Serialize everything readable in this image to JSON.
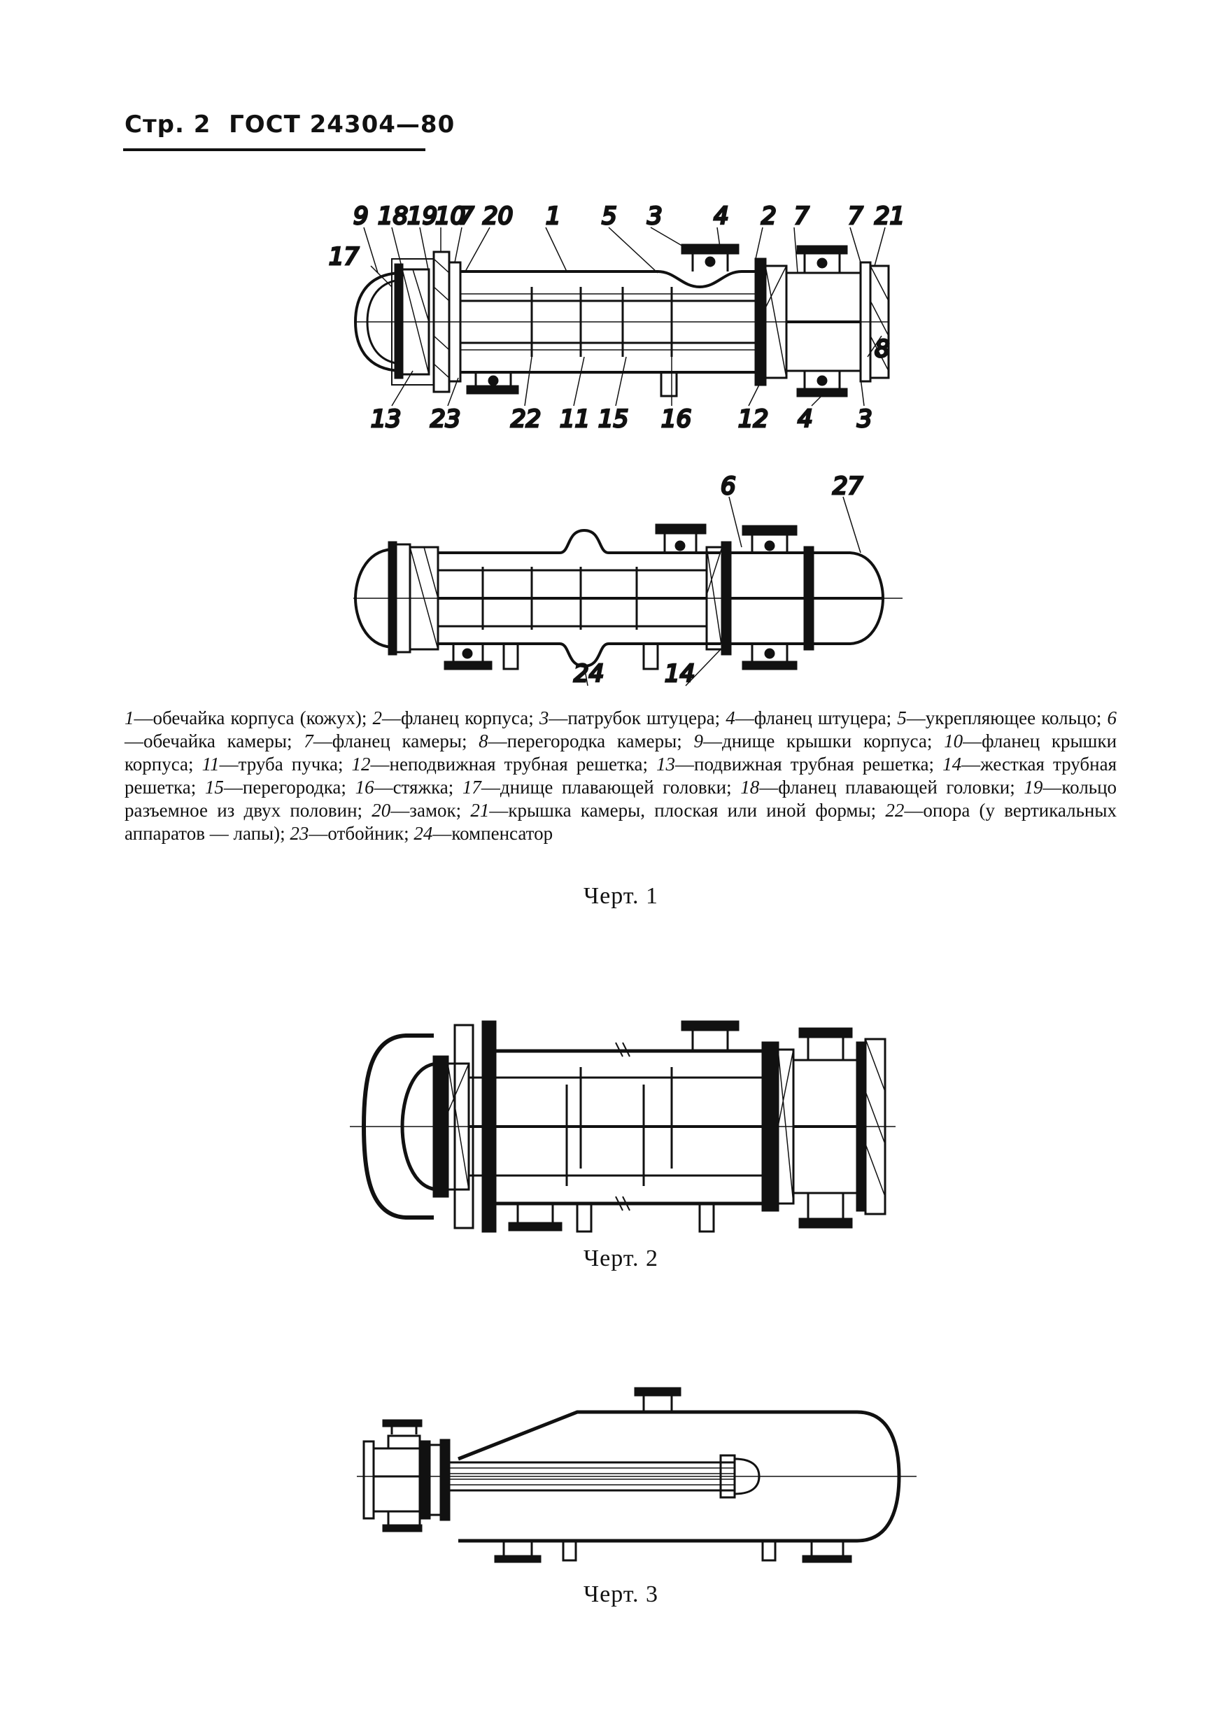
{
  "header": {
    "page": "Стр. 2",
    "standard": "ГОСТ 24304—80"
  },
  "figure1": {
    "top_labels": [
      "9",
      "18",
      "19",
      "10",
      "7",
      "20",
      "1",
      "5",
      "3",
      "4",
      "2",
      "7",
      "7",
      "21"
    ],
    "left_labels": [
      "17",
      "13"
    ],
    "right_labels": [
      "8",
      "3"
    ],
    "bottom_labels": [
      "23",
      "22",
      "11",
      "15",
      "16",
      "12",
      "4"
    ],
    "second_view_labels": [
      "6",
      "27",
      "24",
      "14"
    ]
  },
  "legend": [
    {
      "n": "1",
      "t": "обечайка корпуса (кожух);"
    },
    {
      "n": "2",
      "t": "фланец корпуса;"
    },
    {
      "n": "3",
      "t": "патрубок штуцера;"
    },
    {
      "n": "4",
      "t": "фланец штуцера;"
    },
    {
      "n": "5",
      "t": "укрепляющее кольцо;"
    },
    {
      "n": "6",
      "t": "обечайка камеры;"
    },
    {
      "n": "7",
      "t": "фланец камеры;"
    },
    {
      "n": "8",
      "t": "перегородка камеры;"
    },
    {
      "n": "9",
      "t": "днище крышки корпуса;"
    },
    {
      "n": "10",
      "t": "фланец крышки корпуса;"
    },
    {
      "n": "11",
      "t": "труба пучка;"
    },
    {
      "n": "12",
      "t": "неподвижная трубная решетка;"
    },
    {
      "n": "13",
      "t": "подвижная трубная решетка;"
    },
    {
      "n": "14",
      "t": "жесткая трубная решетка;"
    },
    {
      "n": "15",
      "t": "перегородка;"
    },
    {
      "n": "16",
      "t": "стяжка;"
    },
    {
      "n": "17",
      "t": "днище плавающей головки;"
    },
    {
      "n": "18",
      "t": "фланец плавающей головки;"
    },
    {
      "n": "19",
      "t": "кольцо разъемное из двух половин;"
    },
    {
      "n": "20",
      "t": "замок;"
    },
    {
      "n": "21",
      "t": "крышка камеры, плоская или иной формы;"
    },
    {
      "n": "22",
      "t": "опора (у вертикальных аппаратов — лапы);"
    },
    {
      "n": "23",
      "t": "отбойник;"
    },
    {
      "n": "24",
      "t": "компенсатор"
    }
  ],
  "captions": {
    "fig1": "Черт. 1",
    "fig2": "Черт. 2",
    "fig3": "Черт. 3"
  }
}
